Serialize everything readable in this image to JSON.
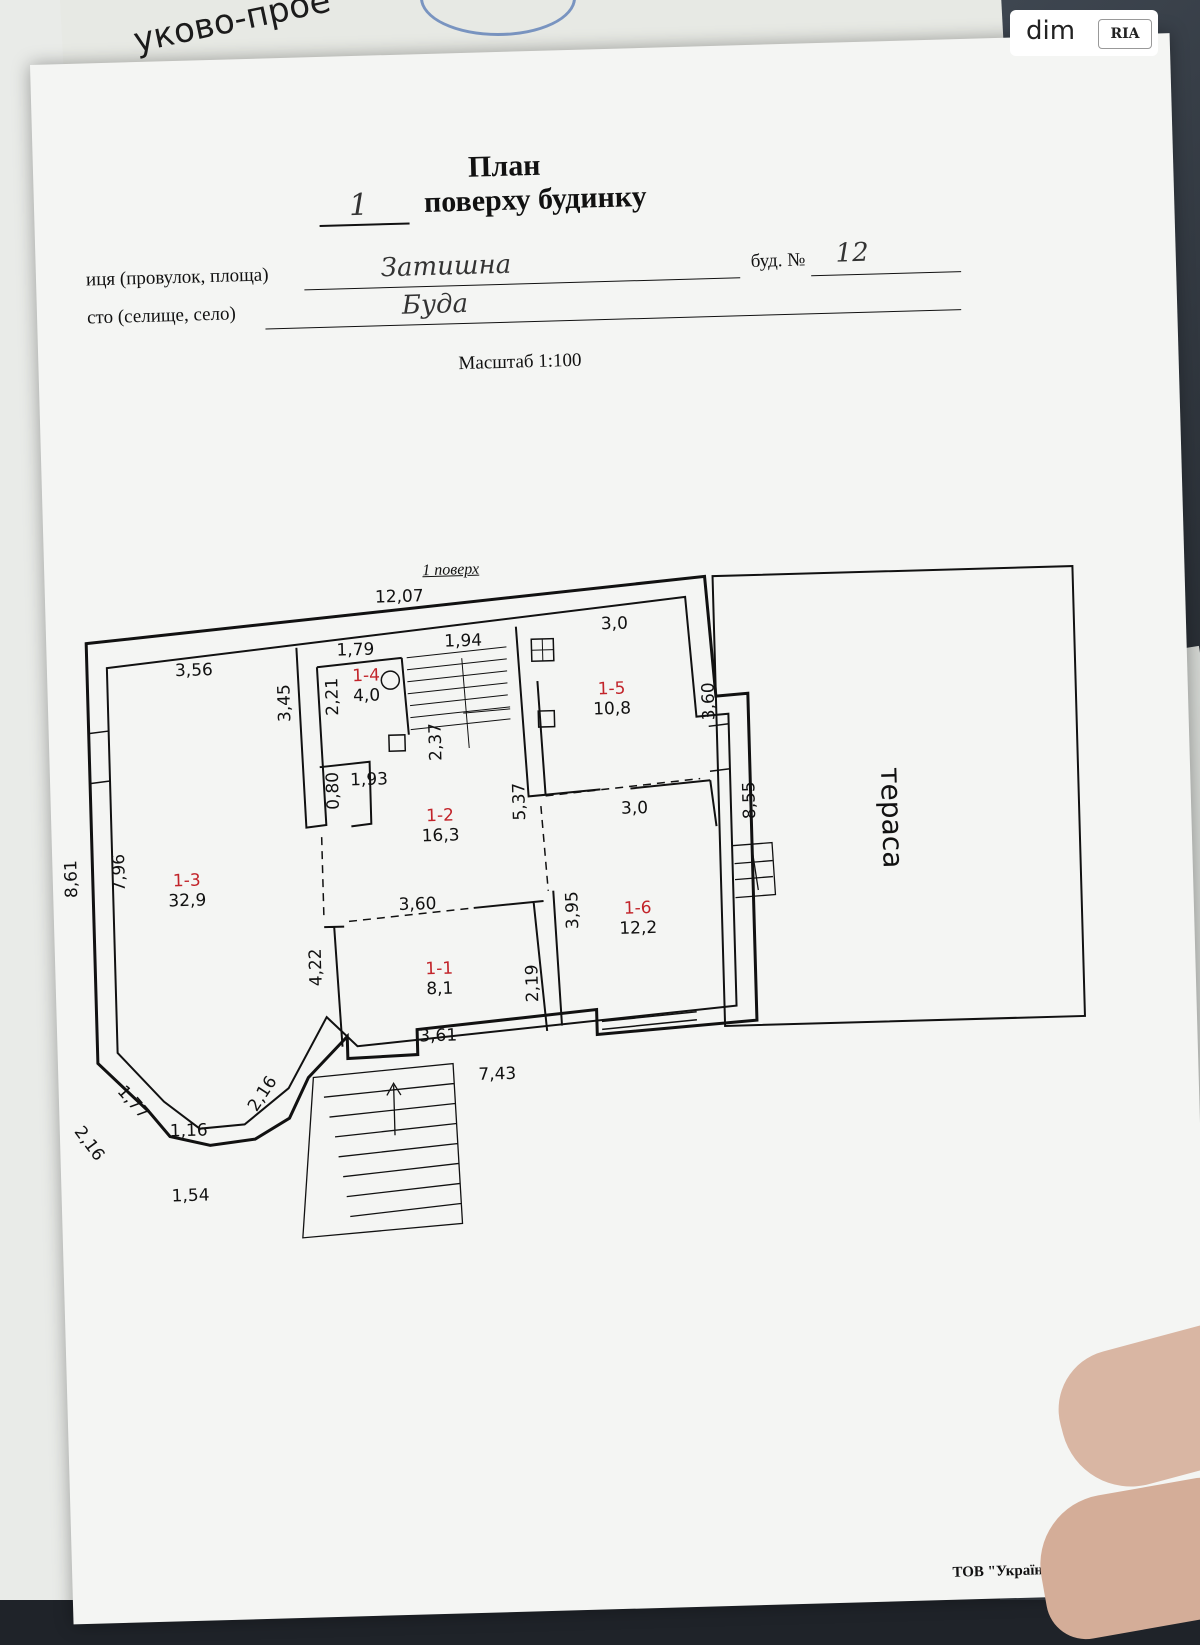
{
  "header": {
    "title": "План",
    "floor_number": "1",
    "subtitle": "поверху будинку",
    "street_label": "иця (провулок, площа)",
    "street_value": "Затишна",
    "house_label": "буд. №",
    "house_value": "12",
    "city_label": "сто (селище, село)",
    "city_value": "Буда",
    "scale": "Масштаб 1:100"
  },
  "background": {
    "top_doc_text": "уково-прое"
  },
  "plan": {
    "floor_caption": "1 поверх",
    "terrace_label": "тераса",
    "dimensions": [
      "12,07",
      "3,56",
      "1,79",
      "1,94",
      "3,0",
      "3,45",
      "2,21",
      "2,37",
      "3,60",
      "0,80",
      "1,93",
      "5,37",
      "3,0",
      "8,55",
      "8,61",
      "7,96",
      "3,60",
      "3,95",
      "4,22",
      "2,19",
      "3,61",
      "7,43",
      "2,16",
      "1,77",
      "1,16",
      "2,16",
      "1,54"
    ],
    "rooms": [
      {
        "id": "1-4",
        "area": "4,0"
      },
      {
        "id": "1-5",
        "area": "10,8"
      },
      {
        "id": "1-2",
        "area": "16,3"
      },
      {
        "id": "1-3",
        "area": "32,9"
      },
      {
        "id": "1-6",
        "area": "12,2"
      },
      {
        "id": "1-1",
        "area": "8,1"
      }
    ]
  },
  "footer": {
    "company": "ТОВ \"Український пап"
  },
  "watermark": {
    "brand": "dim",
    "badge": "RIA"
  }
}
